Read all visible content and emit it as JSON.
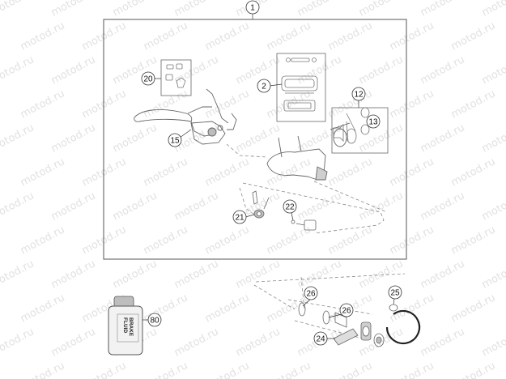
{
  "watermark": "motod.ru",
  "callouts": {
    "c1": "1",
    "c2": "2",
    "c12": "12",
    "c13": "13",
    "c15": "15",
    "c20": "20",
    "c21": "21",
    "c22": "22",
    "c24": "24",
    "c25": "25",
    "c26a": "26",
    "c26b": "26",
    "c80": "80"
  },
  "fluid_bottle": {
    "line1": "BRAKE",
    "line2": "FLUID"
  }
}
